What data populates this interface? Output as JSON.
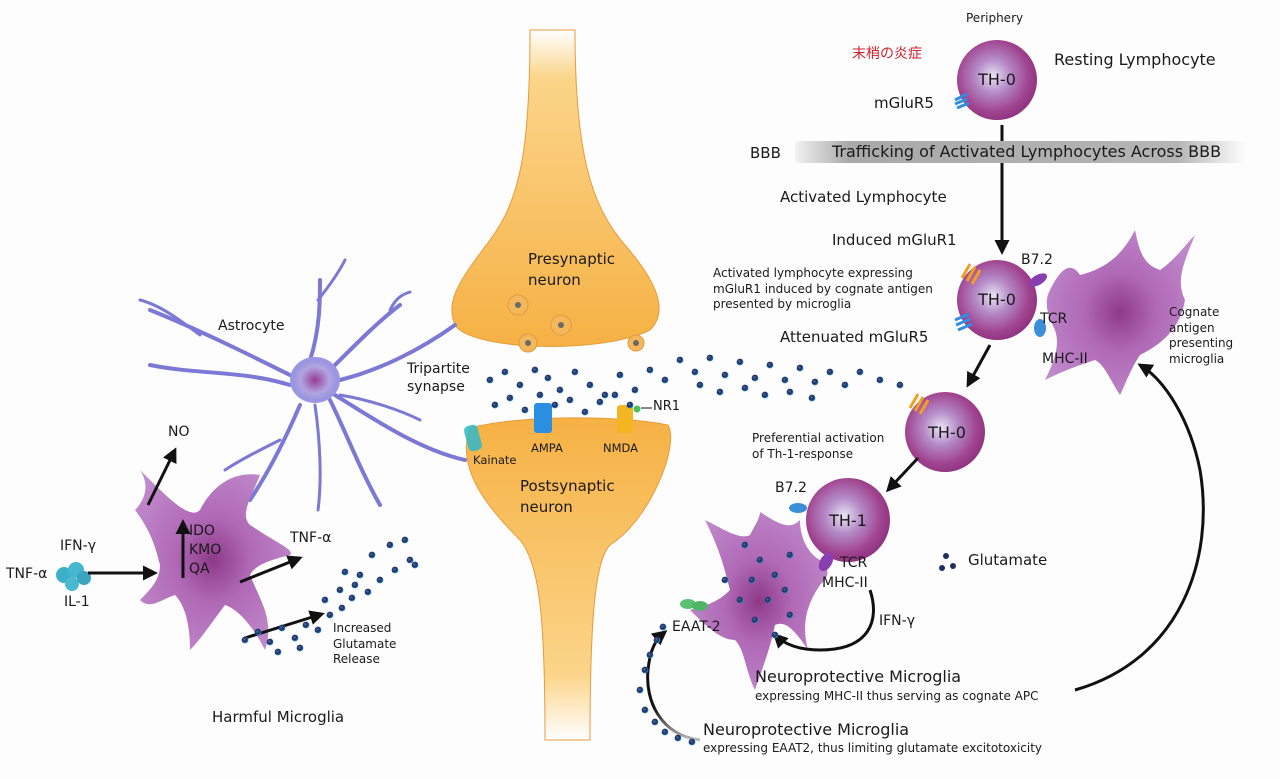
{
  "periphery": {
    "title": "Periphery",
    "japanese_label": "末梢の炎症",
    "resting_lymphocyte": "Resting Lymphocyte",
    "cell_label": "TH-0",
    "receptor": "mGluR5"
  },
  "bbb": {
    "label": "BBB",
    "banner": "Trafficking of Activated Lymphocytes Across BBB"
  },
  "activated": {
    "title": "Activated Lymphocyte",
    "induced": "Induced mGluR1",
    "description": [
      "Activated lymphocyte expressing",
      "mGluR1 induced by cognate antigen",
      "presented by microglia"
    ],
    "attenuated": "Attenuated mGluR5",
    "cell_label": "TH-0",
    "b7": "B7.2",
    "tcr": "TCR",
    "mhc": "MHC-II"
  },
  "cognate": {
    "lines": [
      "Cognate",
      "antigen",
      "presenting",
      "microglia"
    ]
  },
  "th0_second": {
    "cell_label": "TH-0"
  },
  "th1": {
    "preferential": [
      "Preferential activation",
      "of Th-1-response"
    ],
    "cell_label": "TH-1",
    "b7": "B7.2",
    "tcr": "TCR",
    "mhc": "MHC-II",
    "ifn": "IFN-γ"
  },
  "legend": {
    "glutamate": "Glutamate"
  },
  "neuroprotective": {
    "eaat": "EAAT-2",
    "mhc_title": "Neuroprotective Microglia",
    "mhc_sub": "expressing MHC-II thus serving as cognate APC",
    "eaat_title": "Neuroprotective Microglia",
    "eaat_sub": "expressing EAAT2, thus limiting glutamate excitotoxicity"
  },
  "synapse": {
    "presynaptic": [
      "Presynaptic",
      "neuron"
    ],
    "postsynaptic": [
      "Postsynaptic",
      "neuron"
    ],
    "tripartite": [
      "Tripartite",
      "synapse"
    ],
    "receptors": {
      "kainate": "Kainate",
      "ampa": "AMPA",
      "nmda": "NMDA",
      "nr1": "NR1"
    }
  },
  "astrocyte": {
    "label": "Astrocyte"
  },
  "harmful": {
    "no": "NO",
    "enzymes": [
      "IDO",
      "KMO",
      "QA"
    ],
    "tnf_out": "TNF-α",
    "ifn_in": "IFN-γ",
    "tnf_in": "TNF-α",
    "il1": "IL-1",
    "release": [
      "Increased",
      "Glutamate",
      "Release"
    ],
    "title": "Harmful Microglia"
  },
  "colors": {
    "neuron": "#f7b545",
    "lymphocyte": "#a8479a",
    "microglia": "#a85fb0",
    "astrocyte": "#7b78d6",
    "glutamate": "#1f2f5a",
    "mglur5": "#2f8fe0",
    "mglur1": "#f0a020",
    "japanese_label": "#d0202a"
  }
}
